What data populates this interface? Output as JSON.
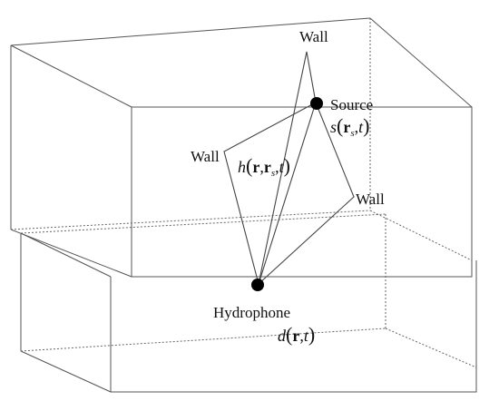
{
  "labels": {
    "wall_top": "Wall",
    "wall_left": "Wall",
    "wall_right": "Wall",
    "source": "Source",
    "hydrophone": "Hydrophone"
  },
  "math": {
    "source_signal": {
      "func": "s",
      "bold_var": "r",
      "sub": "s",
      "time": "t"
    },
    "impulse_response": {
      "func": "h",
      "bold_var1": "r",
      "bold_var2": "r",
      "sub": "s",
      "time": "t"
    },
    "received_signal": {
      "func": "d",
      "bold_var": "r",
      "time": "t"
    }
  },
  "colors": {
    "line": "#555555",
    "node": "#000000",
    "text": "#111111"
  }
}
